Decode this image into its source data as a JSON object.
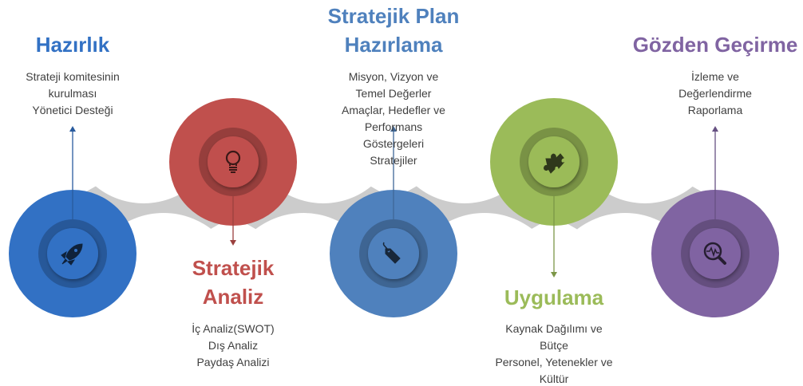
{
  "stages": [
    {
      "title": [
        "Hazırlık"
      ],
      "lines": [
        "Strateji komitesinin",
        "kurulması",
        "Yönetici Desteği"
      ],
      "color": "#3271c4",
      "icon": "rocket-icon"
    },
    {
      "title": [
        "Stratejik",
        "Analiz"
      ],
      "lines": [
        "İç Analiz(SWOT)",
        "Dış Analiz",
        "Paydaş Analizi"
      ],
      "color": "#c0504d",
      "icon": "lightbulb-icon"
    },
    {
      "title": [
        "Stratejik Plan",
        "Hazırlama"
      ],
      "lines": [
        "Misyon, Vizyon ve",
        "Temel Değerler",
        "Amaçlar, Hedefler ve",
        "Performans",
        "Göstergeleri",
        "Stratejiler"
      ],
      "color": "#4f81bd",
      "icon": "price-tag-icon"
    },
    {
      "title": [
        "Uygulama"
      ],
      "lines": [
        "Kaynak Dağılımı ve",
        "Bütçe",
        "Personel, Yetenekler ve",
        "Kültür"
      ],
      "color": "#9bbb59",
      "icon": "puzzle-icon"
    },
    {
      "title": [
        "Gözden Geçirme"
      ],
      "lines": [
        "İzleme ve",
        "Değerlendirme",
        "Raporlama"
      ],
      "color": "#8064a2",
      "icon": "magnifier-chart-icon"
    }
  ],
  "connector_color": "#cccccc"
}
